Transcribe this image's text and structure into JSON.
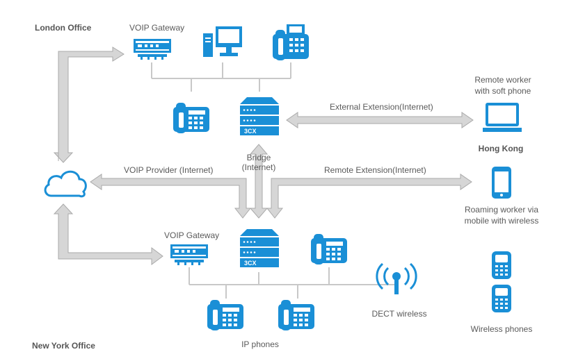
{
  "labels": {
    "london_office": "London Office",
    "new_york_office": "New York Office",
    "voip_gateway_london": "VOIP Gateway",
    "voip_gateway_ny": "VOIP Gateway",
    "remote_worker": [
      "Remote worker",
      "with soft phone"
    ],
    "hong_kong": "Hong Kong",
    "external_extension": "External Extension(Internet)",
    "bridge": [
      "Bridge",
      "(Internet)"
    ],
    "voip_provider": "VOIP Provider (Internet)",
    "remote_extension": "Remote Extension(Internet)",
    "roaming_worker": [
      "Roaming worker via",
      "mobile with wireless"
    ],
    "dect_wireless": "DECT wireless",
    "ip_phones": "IP phones",
    "wireless_phones": "Wireless phones",
    "pbx_brand": "3CX"
  },
  "colors": {
    "icon_blue": "#1a8fd6",
    "arrow_fill": "#d6d6d6",
    "line_gray": "#c8c8c8",
    "text_gray": "#5a5a5a"
  },
  "icons": [
    "voip-gateway-icon",
    "desktop-computer-icon",
    "fax-phone-icon",
    "ip-phone-icon",
    "pbx-server-icon",
    "cloud-icon",
    "laptop-icon",
    "smartphone-icon",
    "antenna-icon",
    "cordless-phone-icon"
  ]
}
